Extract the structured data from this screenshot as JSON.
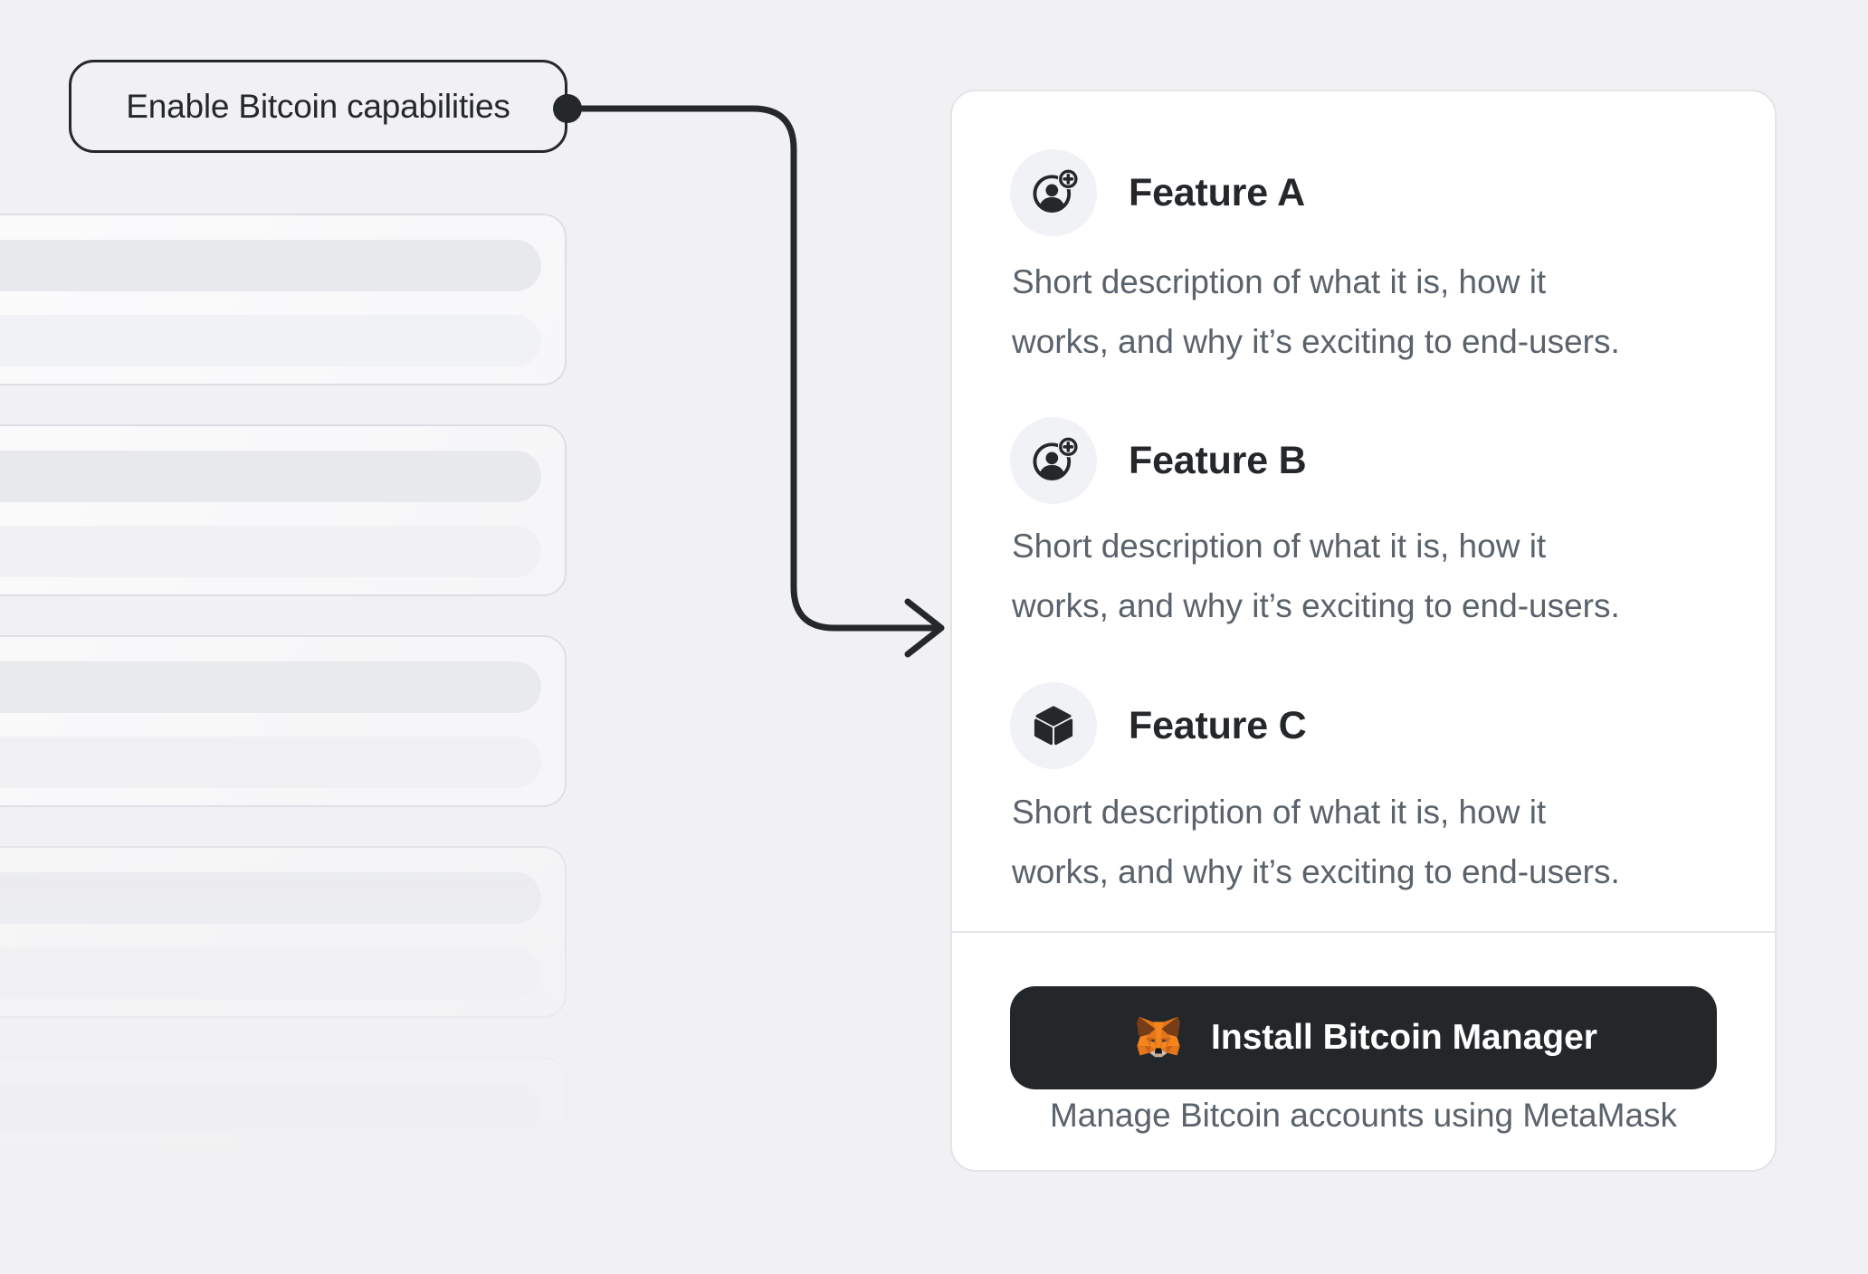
{
  "page": {
    "background": "#f1f1f3"
  },
  "annotation": {
    "label": "Enable Bitcoin capabilities"
  },
  "features": [
    {
      "title": "Feature A",
      "icon": "user-plus-badge",
      "description_line1": "Short description of what it is, how it",
      "description_line2": "works, and why it’s exciting to end-users."
    },
    {
      "title": "Feature B",
      "icon": "user-plus-badge",
      "description_line1": "Short description of what it is, how it",
      "description_line2": "works, and why it’s exciting to end-users."
    },
    {
      "title": "Feature C",
      "icon": "cube",
      "description_line1": "Short description of what it is, how it",
      "description_line2": "works, and why it’s exciting to end-users."
    }
  ],
  "install": {
    "button_label": "Install Bitcoin Manager",
    "caption": "Manage Bitcoin accounts using MetaMask"
  },
  "colors": {
    "page_bg": "#f1f1f3",
    "ink": "#25282b",
    "muted_text": "#5a626c",
    "card_bg": "#ffffff",
    "card_border": "#e3e4e8",
    "icon_circle_bg": "#f1f2f5",
    "button_bg": "#24272a",
    "button_text": "#ffffff",
    "metamask_orange": "#f6851b"
  }
}
